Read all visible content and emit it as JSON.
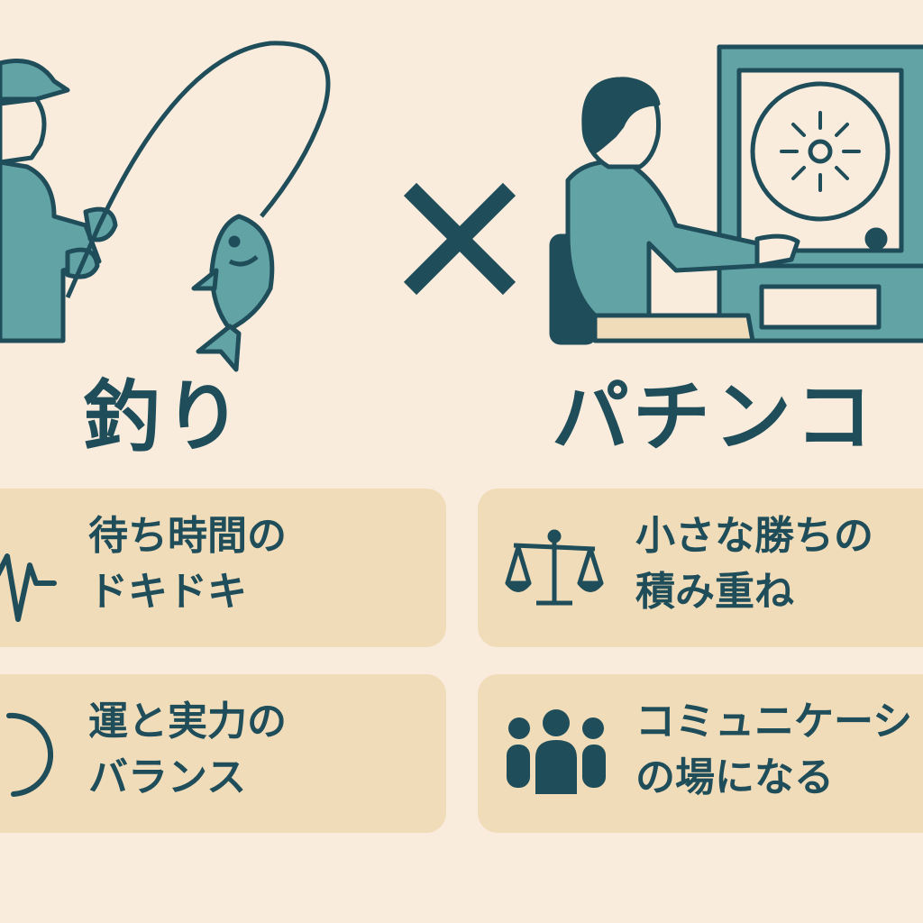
{
  "left": {
    "title": "釣り",
    "cards": [
      {
        "icon": "heartbeat-icon",
        "lines": [
          "待ち時間の",
          "ドキドキ"
        ]
      },
      {
        "icon": "circle-icon",
        "lines": [
          "運と実力の",
          "バランス"
        ]
      }
    ]
  },
  "cross_symbol": "×",
  "right": {
    "title": "パチンコ",
    "cards": [
      {
        "icon": "scale-icon",
        "lines": [
          "小さな勝ちの",
          "積み重ね"
        ]
      },
      {
        "icon": "group-icon",
        "lines": [
          "コミュニケーシ",
          "の場になる"
        ]
      }
    ]
  },
  "colors": {
    "background": "#f9ecdd",
    "card": "#f1dcb9",
    "dark_teal": "#1f4d5a",
    "teal": "#62a3a6"
  }
}
